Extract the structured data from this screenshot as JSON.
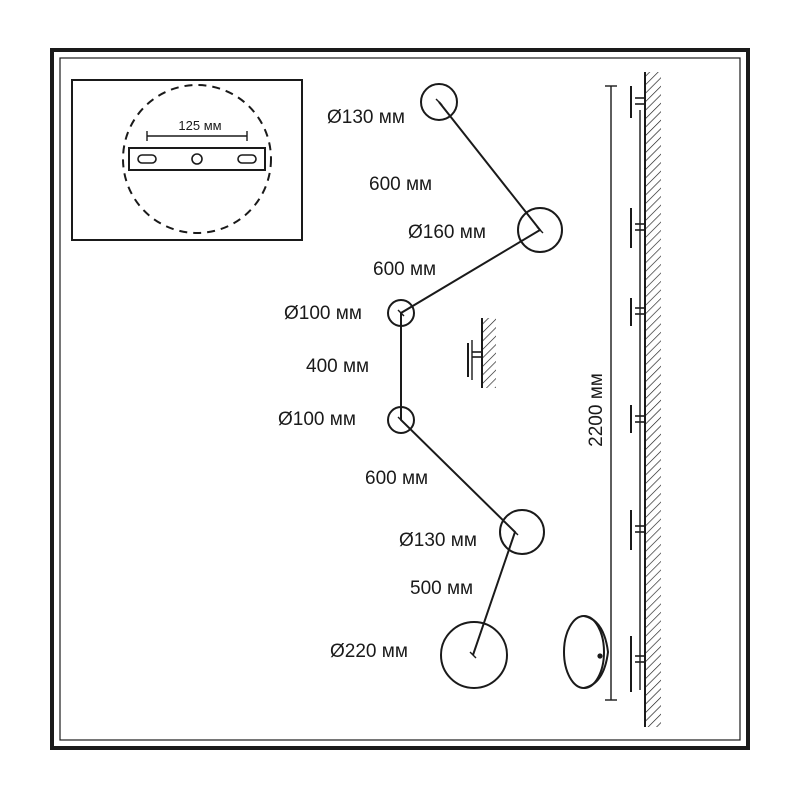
{
  "inset": {
    "bracket_width_label": "125 мм"
  },
  "diameters": [
    {
      "id": "d1",
      "label": "Ø130 мм"
    },
    {
      "id": "d2",
      "label": "Ø160 мм"
    },
    {
      "id": "d3",
      "label": "Ø100 мм"
    },
    {
      "id": "d4",
      "label": "Ø100 мм"
    },
    {
      "id": "d5",
      "label": "Ø130 мм"
    },
    {
      "id": "d6",
      "label": "Ø220 мм"
    }
  ],
  "spacings": [
    {
      "id": "s1",
      "label": "600 мм"
    },
    {
      "id": "s2",
      "label": "600 мм"
    },
    {
      "id": "s3",
      "label": "400 мм"
    },
    {
      "id": "s4",
      "label": "600 мм"
    },
    {
      "id": "s5",
      "label": "500 мм"
    }
  ],
  "total_height_label": "2200 мм",
  "colors": {
    "line": "#1a1a1a",
    "background": "#ffffff"
  }
}
